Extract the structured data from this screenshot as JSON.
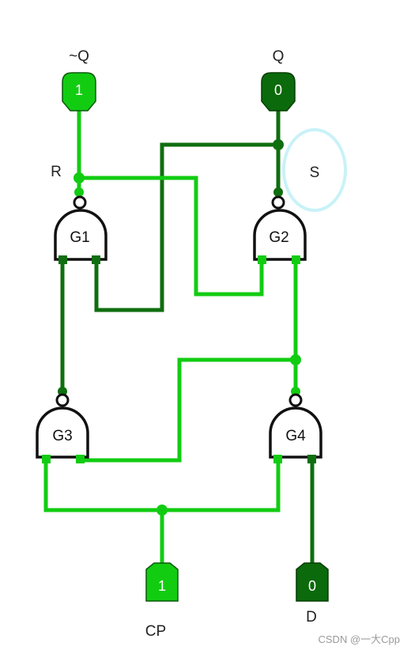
{
  "colors": {
    "wire_on": "#12cc12",
    "wire_off": "#0f6e0f",
    "pin_on_fill": "#12cc12",
    "pin_off_fill": "#0b6a0b",
    "gate_stroke": "#111111",
    "highlight_ring": "#c9f2f8"
  },
  "labels": {
    "nq": "~Q",
    "q": "Q",
    "r": "R",
    "s": "S",
    "cp": "CP",
    "d": "D"
  },
  "gates": {
    "g1": "G1",
    "g2": "G2",
    "g3": "G3",
    "g4": "G4"
  },
  "pins": {
    "nq_value": "1",
    "q_value": "0",
    "cp_value": "1",
    "d_value": "0"
  },
  "watermark": "CSDN @一大Cpp"
}
